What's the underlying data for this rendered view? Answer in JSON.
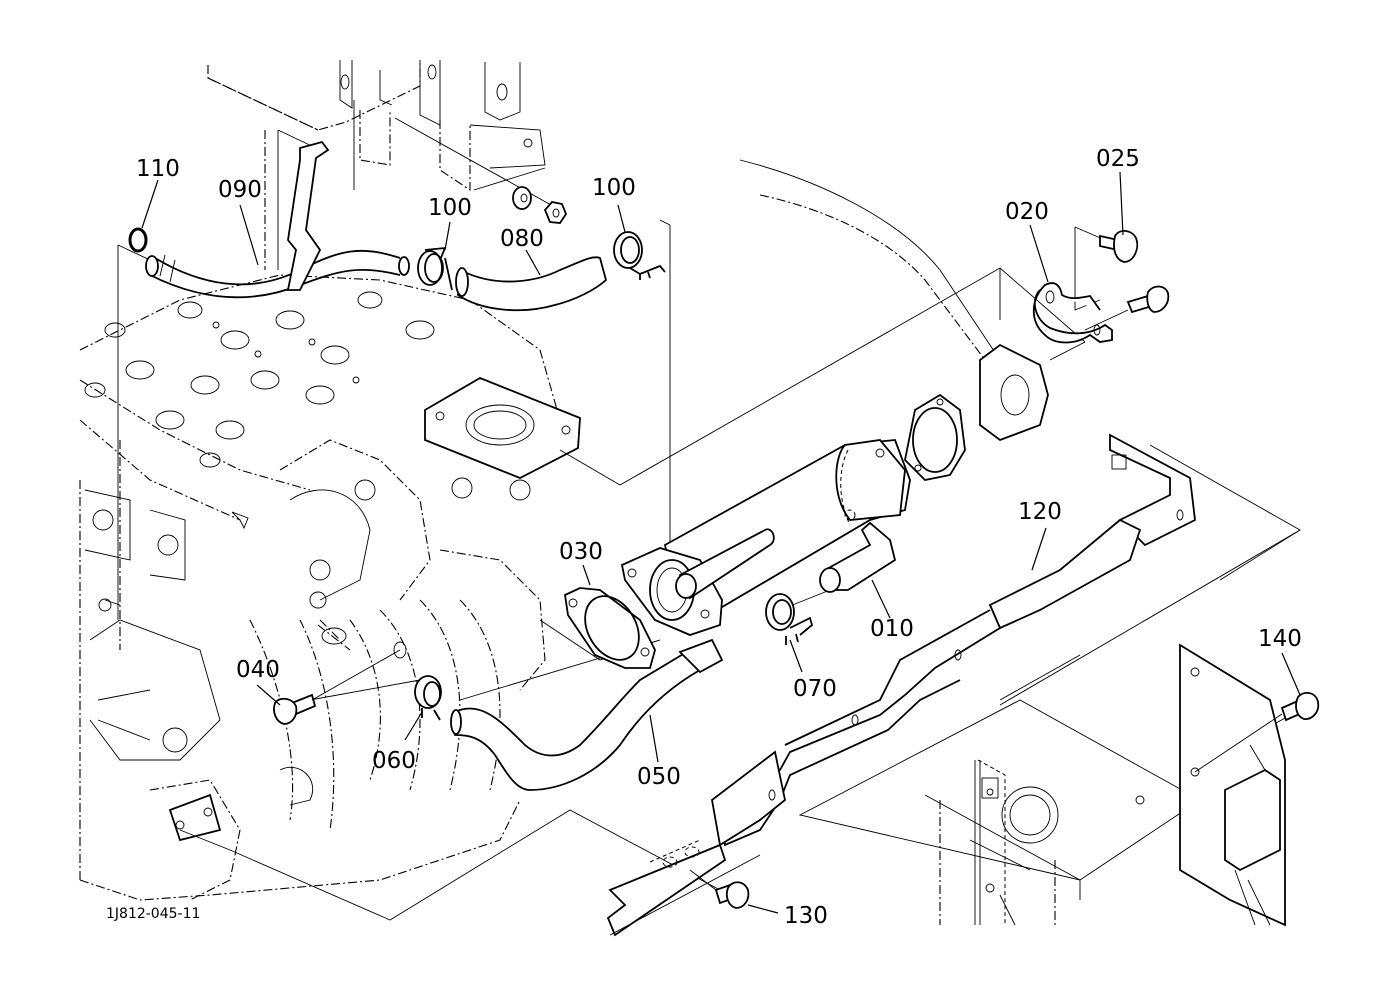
{
  "diagram": {
    "drawing_code": "1J812-045-11",
    "line_color": "#000000",
    "background_color": "#ffffff",
    "callouts": [
      {
        "id": "110",
        "part": "o-ring"
      },
      {
        "id": "090",
        "part": "pipe"
      },
      {
        "id": "100a",
        "label": "100",
        "part": "hose-clamp"
      },
      {
        "id": "080",
        "part": "hose"
      },
      {
        "id": "100b",
        "label": "100",
        "part": "hose-clamp"
      },
      {
        "id": "025",
        "part": "bolt"
      },
      {
        "id": "020",
        "part": "clamp-bracket"
      },
      {
        "id": "030",
        "part": "gasket"
      },
      {
        "id": "010",
        "part": "egr-cooler"
      },
      {
        "id": "070",
        "part": "hose-clamp"
      },
      {
        "id": "120",
        "part": "bracket"
      },
      {
        "id": "140",
        "part": "bolt"
      },
      {
        "id": "040",
        "part": "bolt"
      },
      {
        "id": "060",
        "part": "hose-clamp"
      },
      {
        "id": "050",
        "part": "pipe"
      },
      {
        "id": "130",
        "part": "bolt"
      }
    ],
    "labels": {
      "l110": "110",
      "l090": "090",
      "l100a": "100",
      "l080": "080",
      "l100b": "100",
      "l025": "025",
      "l020": "020",
      "l030": "030",
      "l010": "010",
      "l070": "070",
      "l120": "120",
      "l140": "140",
      "l040": "040",
      "l060": "060",
      "l050": "050",
      "l130": "130"
    }
  }
}
